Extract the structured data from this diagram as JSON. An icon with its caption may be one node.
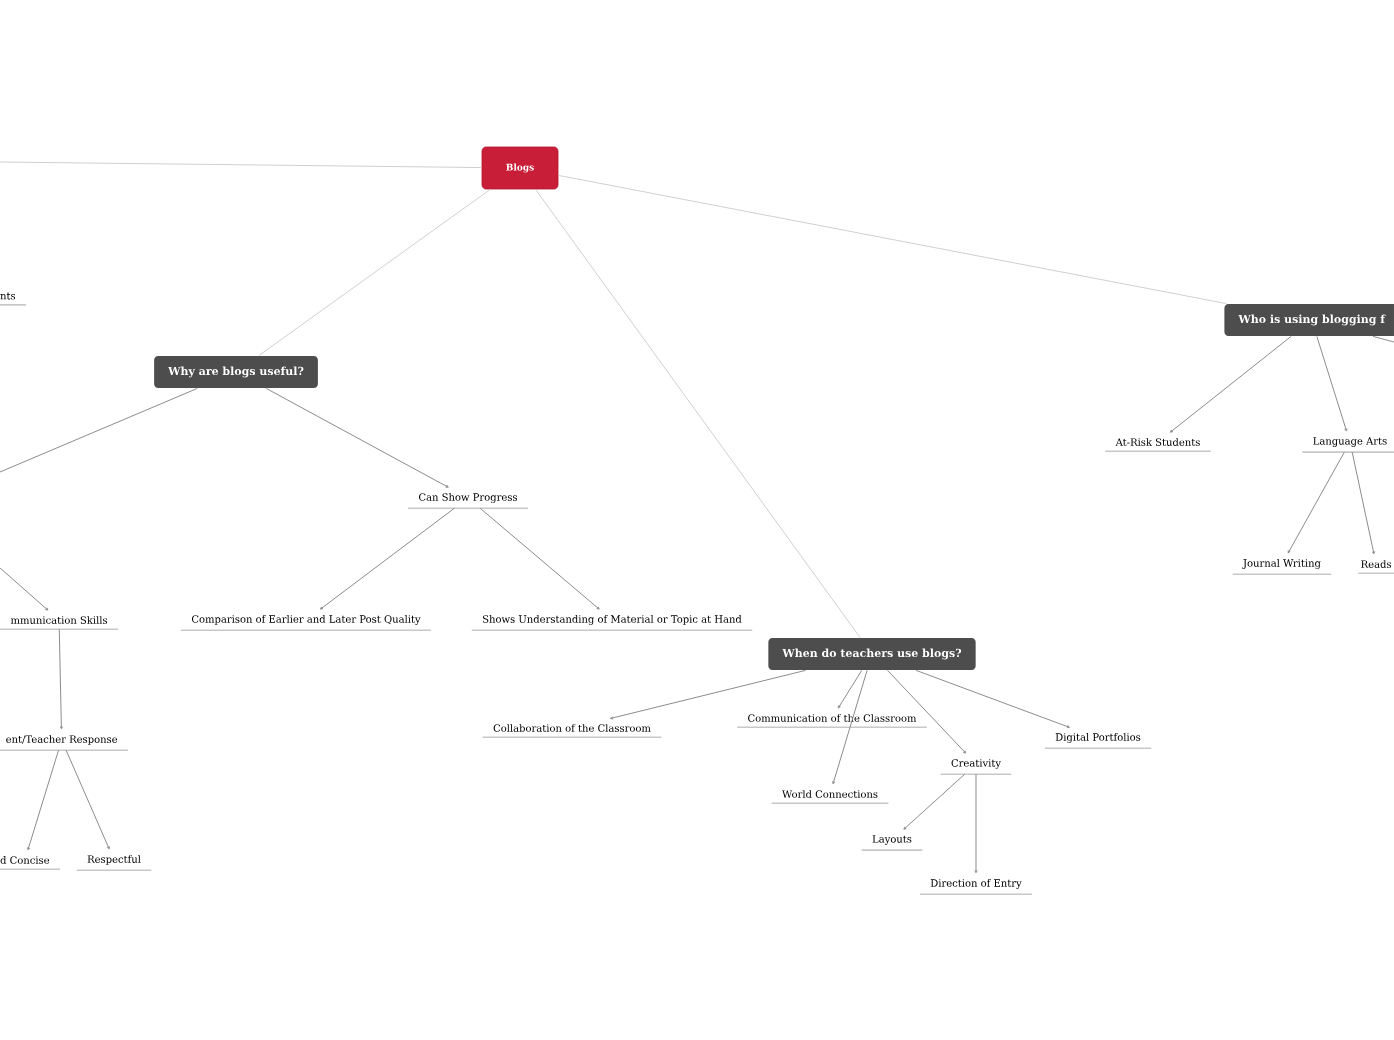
{
  "diagram": {
    "nodes": [
      {
        "text": [
          "Blogs"
        ]
      },
      {
        "text": [
          "nts"
        ]
      },
      {
        "text": [
          "Why are blogs useful?"
        ]
      },
      {
        "text": [
          "Who is using blogging f"
        ]
      },
      {
        "text": [
          "At-Risk Students"
        ]
      },
      {
        "text": [
          "Language Arts"
        ]
      },
      {
        "text": [
          "Journal Writing"
        ]
      },
      {
        "text": [
          "Reads"
        ]
      },
      {
        "text": [
          "Can Show Progress"
        ]
      },
      {
        "text": [
          "mmunication Skills"
        ]
      },
      {
        "text": [
          "Comparison of Earlier and Later Post Quality"
        ]
      },
      {
        "text": [
          "Shows Understanding of Material or Topic at Hand"
        ]
      },
      {
        "text": [
          "When do teachers use blogs?"
        ]
      },
      {
        "text": [
          "ent/Teacher Response"
        ]
      },
      {
        "text": [
          "d Concise"
        ]
      },
      {
        "text": [
          "Respectful"
        ]
      },
      {
        "text": [
          "Collaboration of the Classroom"
        ]
      },
      {
        "text": [
          "Communication of the Classroom"
        ]
      },
      {
        "text": [
          "World Connections"
        ]
      },
      {
        "text": [
          "Creativity"
        ]
      },
      {
        "text": [
          "Digital Portfolios"
        ]
      },
      {
        "text": [
          "Layouts"
        ]
      },
      {
        "text": [
          "Direction of Entry"
        ]
      }
    ],
    "edges": [
      {
        "from": 0,
        "to": null,
        "arrow": "none",
        "color": "#d0d0d0"
      },
      {
        "from": 0,
        "to": 2,
        "arrow": "none",
        "color": "#d0d0d0"
      },
      {
        "from": 0,
        "to": 12,
        "arrow": "none",
        "color": "#d0d0d0"
      },
      {
        "from": 0,
        "to": 3,
        "arrow": "none",
        "color": "#d0d0d0"
      },
      {
        "from": 2,
        "to": null,
        "arrow": "none"
      },
      {
        "from": 2,
        "to": 8,
        "arrow": "to"
      },
      {
        "from": 3,
        "to": 4,
        "arrow": "to"
      },
      {
        "from": 3,
        "to": 5,
        "arrow": "to"
      },
      {
        "from": 3,
        "to": null,
        "arrow": "none"
      },
      {
        "from": 5,
        "to": 6,
        "arrow": "to"
      },
      {
        "from": 5,
        "to": 7,
        "arrow": "to"
      },
      {
        "from": null,
        "to": 9,
        "arrow": "to"
      },
      {
        "from": 8,
        "to": 10,
        "arrow": "to"
      },
      {
        "from": 8,
        "to": 11,
        "arrow": "to"
      },
      {
        "from": 9,
        "to": 13,
        "arrow": "to"
      },
      {
        "from": 13,
        "to": 14,
        "arrow": "to"
      },
      {
        "from": 13,
        "to": 15,
        "arrow": "to"
      },
      {
        "from": 12,
        "to": 16,
        "arrow": "to"
      },
      {
        "from": 12,
        "to": 17,
        "arrow": "to"
      },
      {
        "from": 12,
        "to": 18,
        "arrow": "to"
      },
      {
        "from": 12,
        "to": 19,
        "arrow": "to"
      },
      {
        "from": 12,
        "to": 20,
        "arrow": "to"
      },
      {
        "from": 19,
        "to": 21,
        "arrow": "to"
      },
      {
        "from": 19,
        "to": 22,
        "arrow": "to"
      }
    ]
  }
}
